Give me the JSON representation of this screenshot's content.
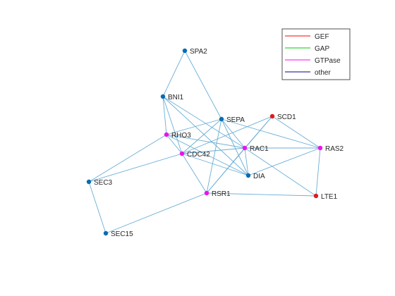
{
  "graph": {
    "nodes": [
      {
        "id": "SPA2",
        "label": "SPA2",
        "group": "other"
      },
      {
        "id": "BNI1",
        "label": "BNI1",
        "group": "other"
      },
      {
        "id": "SEPA",
        "label": "SEPA",
        "group": "other"
      },
      {
        "id": "SCD1",
        "label": "SCD1",
        "group": "GEF"
      },
      {
        "id": "RHO3",
        "label": "RHO3",
        "group": "GTPase"
      },
      {
        "id": "CDC42",
        "label": "CDC42",
        "group": "GTPase"
      },
      {
        "id": "RAC1",
        "label": "RAC1",
        "group": "GTPase"
      },
      {
        "id": "RAS2",
        "label": "RAS2",
        "group": "GTPase"
      },
      {
        "id": "DIA",
        "label": "DIA",
        "group": "other"
      },
      {
        "id": "SEC3",
        "label": "SEC3",
        "group": "other"
      },
      {
        "id": "RSR1",
        "label": "RSR1",
        "group": "GTPase"
      },
      {
        "id": "LTE1",
        "label": "LTE1",
        "group": "GEF"
      },
      {
        "id": "SEC15",
        "label": "SEC15",
        "group": "other"
      }
    ],
    "edges": [
      [
        "SPA2",
        "BNI1"
      ],
      [
        "SPA2",
        "SEPA"
      ],
      [
        "BNI1",
        "RHO3"
      ],
      [
        "BNI1",
        "CDC42"
      ],
      [
        "BNI1",
        "RAC1"
      ],
      [
        "BNI1",
        "DIA"
      ],
      [
        "SEPA",
        "RHO3"
      ],
      [
        "SEPA",
        "CDC42"
      ],
      [
        "SEPA",
        "RAC1"
      ],
      [
        "SEPA",
        "RSR1"
      ],
      [
        "SEPA",
        "DIA"
      ],
      [
        "SEPA",
        "RAS2"
      ],
      [
        "SCD1",
        "CDC42"
      ],
      [
        "SCD1",
        "RAC1"
      ],
      [
        "SCD1",
        "RAS2"
      ],
      [
        "SCD1",
        "RSR1"
      ],
      [
        "RHO3",
        "SEC3"
      ],
      [
        "RHO3",
        "RAC1"
      ],
      [
        "RHO3",
        "DIA"
      ],
      [
        "RHO3",
        "CDC42"
      ],
      [
        "CDC42",
        "SEC3"
      ],
      [
        "CDC42",
        "RAC1"
      ],
      [
        "CDC42",
        "RSR1"
      ],
      [
        "CDC42",
        "DIA"
      ],
      [
        "RAC1",
        "RAS2"
      ],
      [
        "RAC1",
        "RSR1"
      ],
      [
        "RAC1",
        "DIA"
      ],
      [
        "RAC1",
        "LTE1"
      ],
      [
        "RAS2",
        "LTE1"
      ],
      [
        "RAS2",
        "DIA"
      ],
      [
        "RSR1",
        "LTE1"
      ],
      [
        "RSR1",
        "SEC15"
      ],
      [
        "SEC3",
        "SEC15"
      ]
    ]
  },
  "legend": {
    "items": [
      {
        "label": "GEF",
        "color": "#ff0000"
      },
      {
        "label": "GAP",
        "color": "#00cc00"
      },
      {
        "label": "GTPase",
        "color": "#ff00ff"
      },
      {
        "label": "other",
        "color": "#00008b"
      }
    ]
  },
  "colors": {
    "edge": "#6baed6",
    "GEF": "#e31a1c",
    "GTPase": "#ee11ee",
    "other": "#0b6bb0",
    "label": "#262626"
  }
}
